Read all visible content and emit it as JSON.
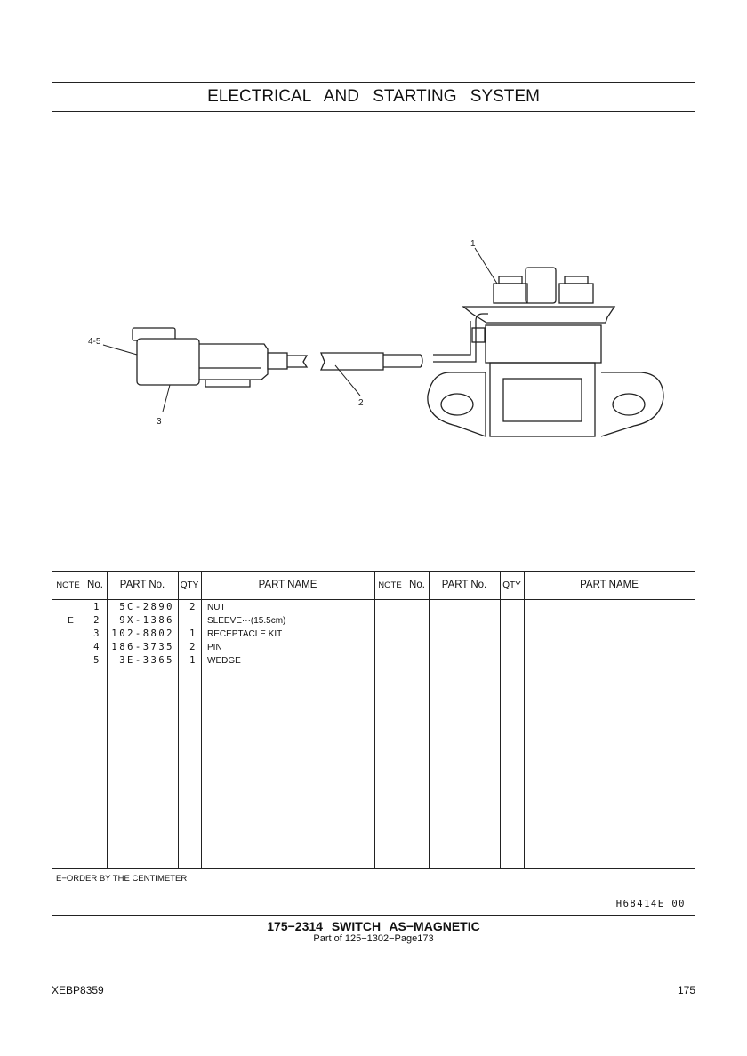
{
  "title": "ELECTRICAL AND STARTING SYSTEM",
  "callouts": [
    "1",
    "2",
    "3",
    "4-5"
  ],
  "table": {
    "headers": [
      "NOTE",
      "No.",
      "PART No.",
      "QTY",
      "PART NAME"
    ],
    "rows": [
      {
        "note": "",
        "no": "1",
        "part": "5C-2890",
        "qty": "2",
        "name": "NUT"
      },
      {
        "note": "E",
        "no": "2",
        "part": "9X-1386",
        "qty": "",
        "name": "SLEEVE···(15.5cm)"
      },
      {
        "note": "",
        "no": "3",
        "part": "102-8802",
        "qty": "1",
        "name": "RECEPTACLE KIT"
      },
      {
        "note": "",
        "no": "4",
        "part": "186-3735",
        "qty": "2",
        "name": "PIN"
      },
      {
        "note": "",
        "no": "5",
        "part": "3E-3365",
        "qty": "1",
        "name": "WEDGE"
      }
    ]
  },
  "footnote": "E−ORDER BY THE CENTIMETER",
  "illustration_code": "H68414E  00",
  "caption": "175−2314  SWITCH AS−MAGNETIC",
  "subcaption": "Part of 125−1302−Page173",
  "doc_id": "XEBP8359",
  "page_number": "175"
}
